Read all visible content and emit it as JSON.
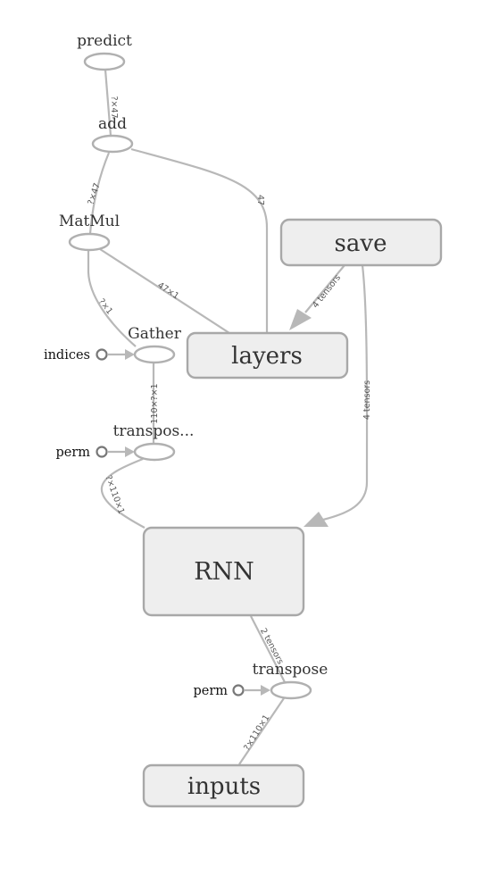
{
  "nodes": {
    "predict": "predict",
    "add": "add",
    "matmul": "MatMul",
    "gather": "Gather",
    "transpose_top": "transpos...",
    "transpose_bottom": "transpose",
    "save": "save",
    "layers": "layers",
    "rnn": "RNN",
    "inputs": "inputs"
  },
  "constants": {
    "indices": "indices",
    "perm_top": "perm",
    "perm_bottom": "perm"
  },
  "edge_labels": {
    "add_predict": "?×47",
    "matmul_add": "?×47",
    "layers_add": "47",
    "layers_matmul": "47×1",
    "gather_matmul": "?×1",
    "save_layers": "4 tensors",
    "save_rnn": "4 tensors",
    "transpose_gather": "110×?×1",
    "rnn_transpose_top": "?×110×1",
    "transpose_rnn": "2 tensors",
    "inputs_transpose": "?×110×1"
  },
  "colors": {
    "edge": "#b8b8b8",
    "node_fill": "#eeeeee",
    "node_stroke": "#a8a8a8",
    "text": "#333333"
  }
}
